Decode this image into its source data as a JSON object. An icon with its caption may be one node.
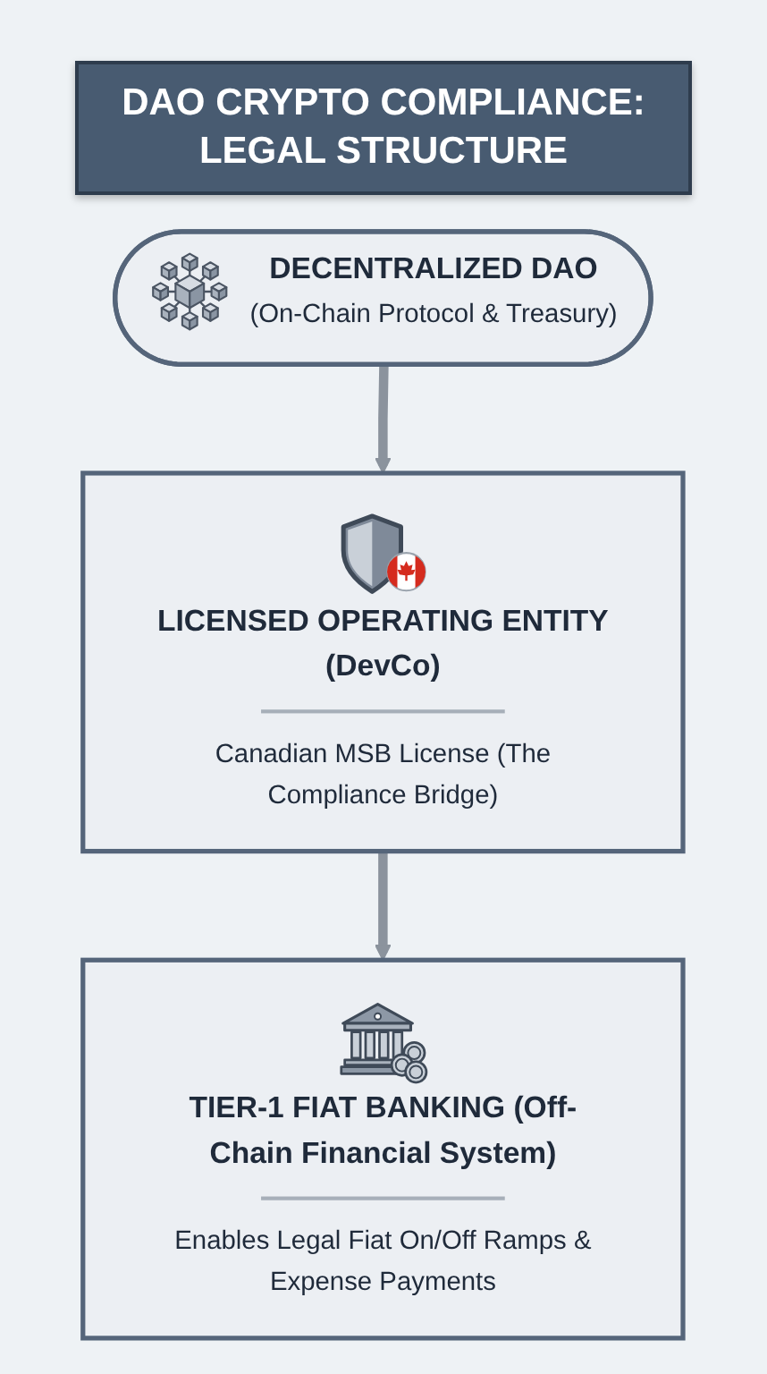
{
  "diagram": {
    "title": "DAO CRYPTO COMPLIANCE: LEGAL STRUCTURE",
    "nodes": [
      {
        "text": [
          "DECENTRALIZED DAO",
          "(On-Chain Protocol & Treasury)"
        ]
      },
      {
        "text": [
          "LICENSED OPERATING ENTITY (DevCo)",
          "Canadian MSB License (The Compliance Bridge)"
        ]
      },
      {
        "text": [
          "TIER-1 FIAT BANKING (Off-Chain Financial System)",
          "Enables Legal Fiat On/Off Ramps & Expense Payments"
        ]
      }
    ],
    "edges": [
      {
        "from": 0,
        "to": 1,
        "arrow": "to"
      },
      {
        "from": 1,
        "to": 2,
        "arrow": "to"
      }
    ]
  }
}
